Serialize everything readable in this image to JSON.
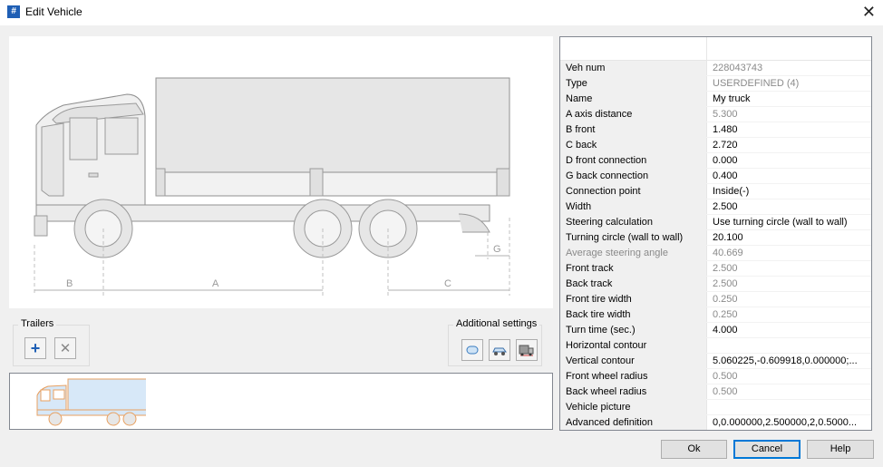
{
  "window": {
    "title": "Edit Vehicle"
  },
  "drawing": {
    "labels": {
      "b": "B",
      "a": "A",
      "c": "C",
      "g": "G"
    }
  },
  "trailers": {
    "label": "Trailers"
  },
  "additional_settings": {
    "label": "Additional settings"
  },
  "properties": [
    {
      "key": "Veh num",
      "value": "228043743",
      "key_disabled": false,
      "value_disabled": true
    },
    {
      "key": "Type",
      "value": "USERDEFINED (4)",
      "key_disabled": false,
      "value_disabled": true
    },
    {
      "key": "Name",
      "value": "My truck",
      "key_disabled": false,
      "value_disabled": false
    },
    {
      "key": "A axis distance",
      "value": "5.300",
      "key_disabled": false,
      "value_disabled": true
    },
    {
      "key": "B front",
      "value": "1.480",
      "key_disabled": false,
      "value_disabled": false
    },
    {
      "key": "C back",
      "value": "2.720",
      "key_disabled": false,
      "value_disabled": false
    },
    {
      "key": "D front connection",
      "value": "0.000",
      "key_disabled": false,
      "value_disabled": false
    },
    {
      "key": "G back connection",
      "value": "0.400",
      "key_disabled": false,
      "value_disabled": false
    },
    {
      "key": "Connection point",
      "value": "Inside(-)",
      "key_disabled": false,
      "value_disabled": false
    },
    {
      "key": "Width",
      "value": "2.500",
      "key_disabled": false,
      "value_disabled": false
    },
    {
      "key": "Steering calculation",
      "value": "Use turning circle (wall to wall)",
      "key_disabled": false,
      "value_disabled": false
    },
    {
      "key": "Turning circle (wall to wall)",
      "value": "20.100",
      "key_disabled": false,
      "value_disabled": false
    },
    {
      "key": "Average steering angle",
      "value": "40.669",
      "key_disabled": true,
      "value_disabled": true
    },
    {
      "key": "Front track",
      "value": "2.500",
      "key_disabled": false,
      "value_disabled": true
    },
    {
      "key": "Back track",
      "value": "2.500",
      "key_disabled": false,
      "value_disabled": true
    },
    {
      "key": "Front tire width",
      "value": "0.250",
      "key_disabled": false,
      "value_disabled": true
    },
    {
      "key": "Back tire width",
      "value": "0.250",
      "key_disabled": false,
      "value_disabled": true
    },
    {
      "key": "Turn time (sec.)",
      "value": "4.000",
      "key_disabled": false,
      "value_disabled": false
    },
    {
      "key": "Horizontal contour",
      "value": "",
      "key_disabled": false,
      "value_disabled": false
    },
    {
      "key": "Vertical contour",
      "value": "5.060225,-0.609918,0.000000;...",
      "key_disabled": false,
      "value_disabled": false
    },
    {
      "key": "Front wheel radius",
      "value": "0.500",
      "key_disabled": false,
      "value_disabled": true
    },
    {
      "key": "Back wheel radius",
      "value": "0.500",
      "key_disabled": false,
      "value_disabled": true
    },
    {
      "key": "Vehicle picture",
      "value": "",
      "key_disabled": false,
      "value_disabled": false
    },
    {
      "key": "Advanced definition",
      "value": "0,0.000000,2.500000,2,0.5000...",
      "key_disabled": false,
      "value_disabled": false
    }
  ],
  "buttons": {
    "ok": "Ok",
    "cancel": "Cancel",
    "help": "Help"
  },
  "icons": {
    "app": "app-icon",
    "close": "close-icon",
    "add": "plus-icon",
    "remove": "x-icon",
    "settings1": "contour-icon",
    "settings2": "car-icon",
    "settings3": "truck-settings-icon"
  },
  "colors": {
    "accent": "#0078d7",
    "add_icon": "#1f5fb5",
    "preview_body": "#d7e8f8",
    "preview_outline": "#e8a060"
  }
}
